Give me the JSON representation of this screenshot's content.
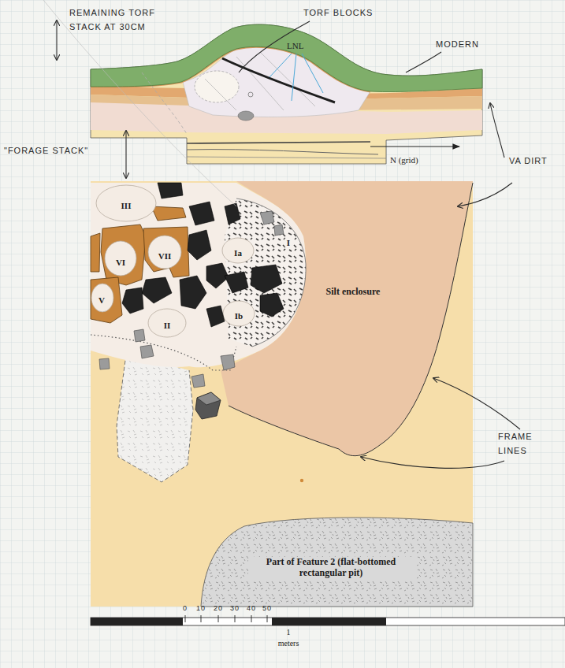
{
  "diagram": {
    "nodes": [
      {
        "text": [
          "III"
        ]
      },
      {
        "text": [
          "VI"
        ]
      },
      {
        "text": [
          "VII"
        ]
      },
      {
        "text": [
          "I"
        ]
      },
      {
        "text": [
          "Ia"
        ],
        "in": 3
      },
      {
        "text": [
          "V"
        ]
      },
      {
        "text": [
          "Silt enclosure"
        ]
      },
      {
        "text": [
          "Ib"
        ],
        "in": 3
      },
      {
        "text": [
          "II"
        ]
      },
      {
        "text": [
          "Part of Feature 2 (flat-bottomed rectangular pit)"
        ]
      }
    ],
    "labels": [
      "REMAINING TORF STACK AT 30CM",
      "TORF BLOCKS",
      "LNL",
      "MODERN",
      "\"FORAGE STACK\"",
      "N (grid)",
      "VA DIRT",
      "FRAME LINES",
      "0",
      "10",
      "20",
      "30",
      "40",
      "50",
      "1",
      "meters"
    ]
  }
}
